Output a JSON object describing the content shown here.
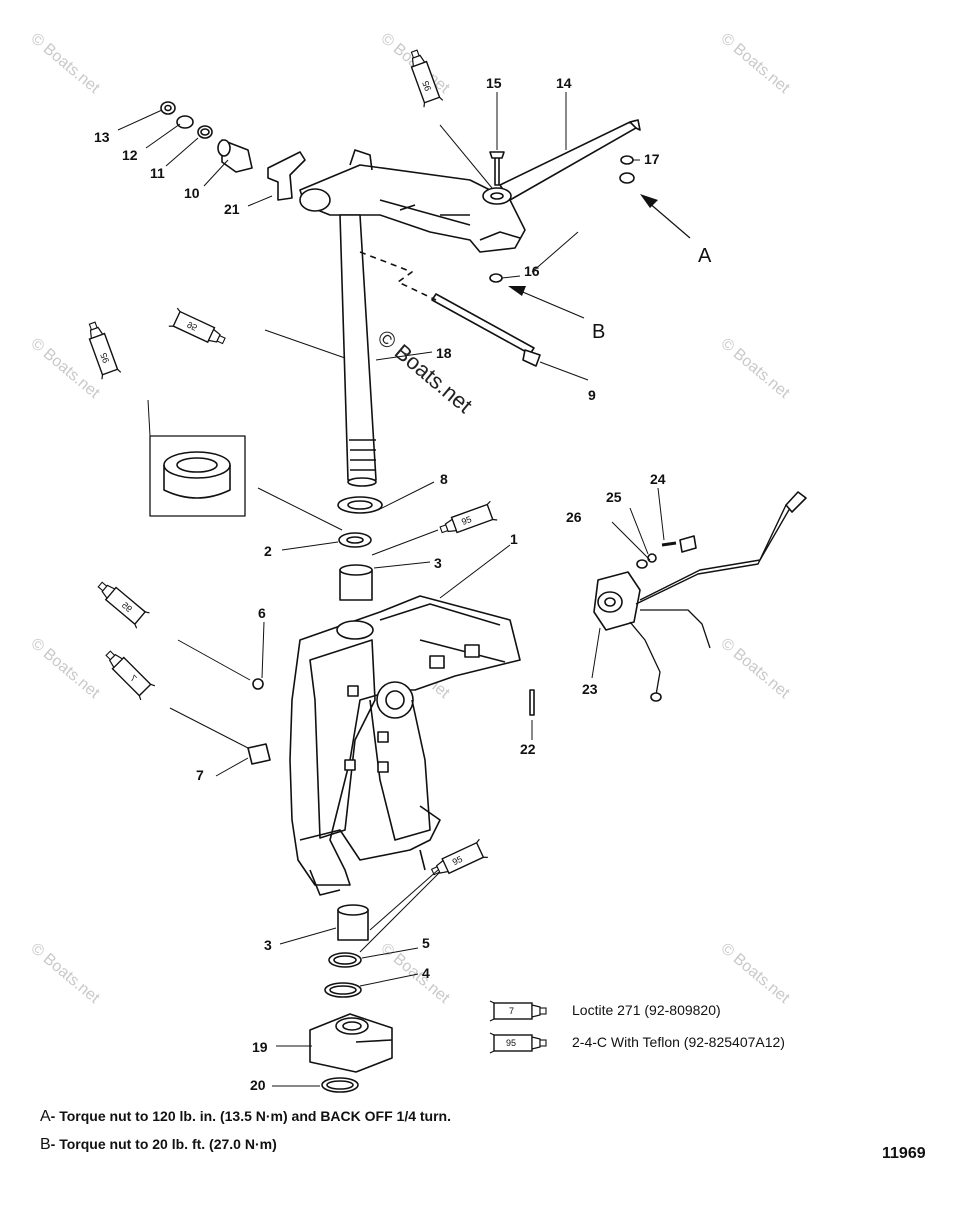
{
  "callouts": {
    "c1": "1",
    "c2": "2",
    "c3a": "3",
    "c3b": "3",
    "c4": "4",
    "c5": "5",
    "c6": "6",
    "c7": "7",
    "c8": "8",
    "c9": "9",
    "c10": "10",
    "c11": "11",
    "c12": "12",
    "c13": "13",
    "c14": "14",
    "c15": "15",
    "c16": "16",
    "c17": "17",
    "c18": "18",
    "c19": "19",
    "c20": "20",
    "c21": "21",
    "c22": "22",
    "c23": "23",
    "c24": "24",
    "c25": "25",
    "c26": "26",
    "letter_a": "A",
    "letter_b": "B"
  },
  "tubes": {
    "t95": "95",
    "t7": "7"
  },
  "legend": {
    "loctite_code": "7",
    "loctite_text": "Loctite 271 (92-809820)",
    "teflon_code": "95",
    "teflon_text": "2-4-C  With Teflon (92-825407A12)"
  },
  "notes": {
    "a_letter": "A",
    "a_text": "- Torque nut to 120 lb. in. (13.5 N·m) and BACK OFF 1/4 turn.",
    "b_letter": "B",
    "b_text": "- Torque nut to 20 lb. ft. (27.0 N·m)"
  },
  "figure_number": "11969",
  "watermark": {
    "small": "© Boats.net",
    "center": "© Boats.net"
  }
}
